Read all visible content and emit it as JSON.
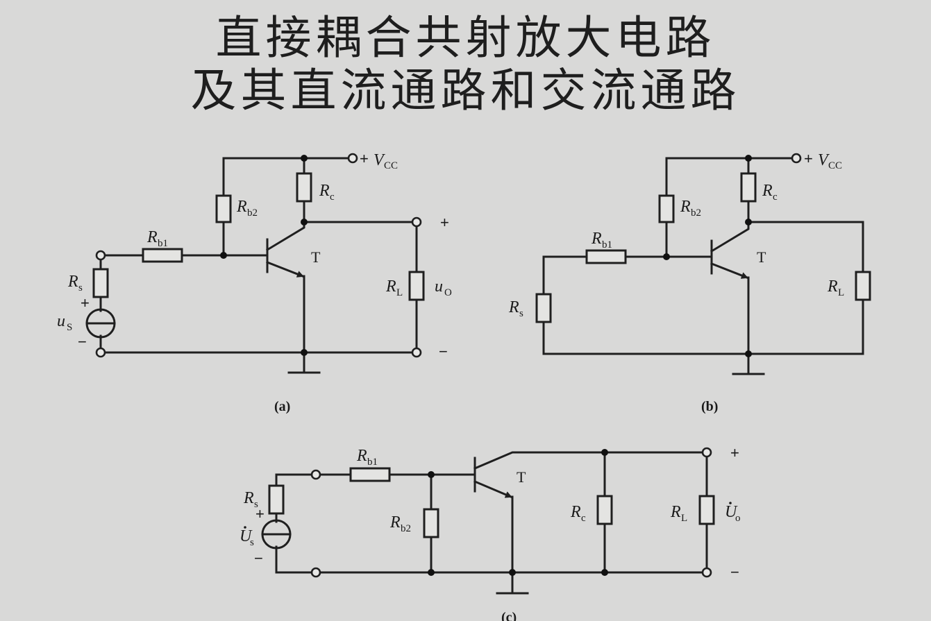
{
  "title": {
    "line1": "直接耦合共射放大电路",
    "line2": "及其直流通路和交流通路"
  },
  "labels": {
    "vcc_sign": "+",
    "vcc_main": "V",
    "vcc_sub": "CC",
    "rb1_main": "R",
    "rb1_sub": "b1",
    "rb2_main": "R",
    "rb2_sub": "b2",
    "rc_main": "R",
    "rc_sub": "c",
    "rs_main": "R",
    "rs_sub": "s",
    "rl_main": "R",
    "rl_sub": "L",
    "transistor": "T",
    "us_main": "u",
    "us_sub": "S",
    "uo_main": "u",
    "uo_sub": "O",
    "us_phasor_main": "U",
    "us_phasor_sub": "s",
    "uo_phasor_main": "U",
    "uo_phasor_sub": "o",
    "plus": "+",
    "minus": "−"
  },
  "captions": {
    "a": "(a)",
    "b": "(b)",
    "c": "(c)"
  }
}
